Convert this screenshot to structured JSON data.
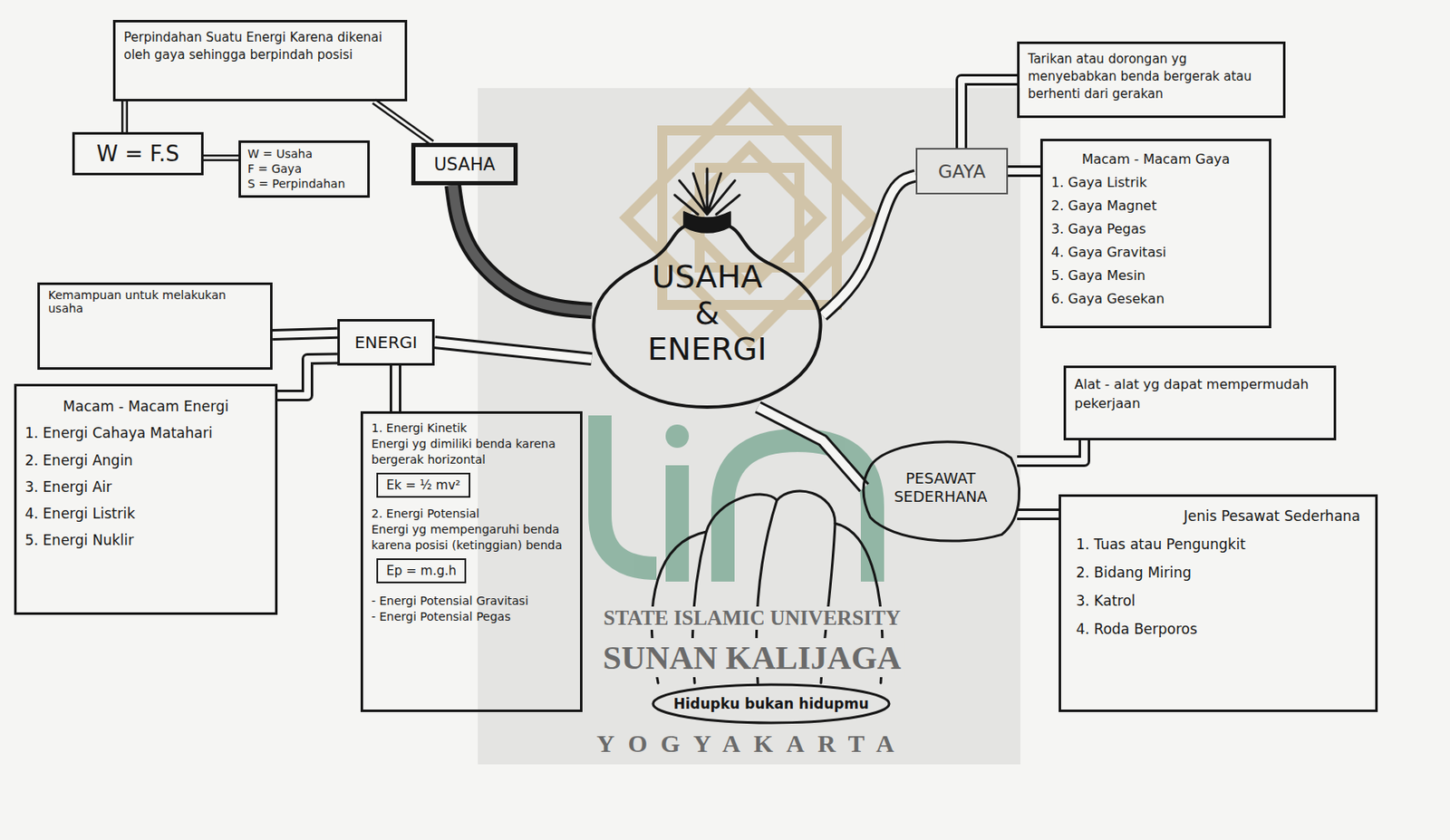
{
  "diagram": {
    "nodes": [
      {
        "text": [
          "Perpindahan Suatu Energi Karena dikenai oleh gaya sehingga berpindah posisi"
        ]
      },
      {
        "text": [
          "W = F.S"
        ]
      },
      {
        "text": [
          "W = Usaha",
          "F = Gaya",
          "S = Perpindahan"
        ]
      },
      {
        "text": [
          "USAHA"
        ]
      },
      {
        "text": [
          "Tarikan atau dorongan yg menyebabkan benda bergerak atau berhenti dari gerakan"
        ]
      },
      {
        "text": [
          "GAYA"
        ]
      },
      {
        "text": [
          "Macam - Macam Gaya",
          "1. Gaya Listrik",
          "2. Gaya Magnet",
          "3. Gaya Pegas",
          "4. Gaya Gravitasi",
          "5. Gaya Mesin",
          "6. Gaya Gesekan"
        ]
      },
      {
        "text": [
          "USAHA & ENERGI"
        ]
      },
      {
        "text": [
          "Kemampuan untuk melakukan usaha"
        ]
      },
      {
        "text": [
          "ENERGI"
        ]
      },
      {
        "text": [
          "Macam - Macam Energi",
          "1. Energi Cahaya Matahari",
          "2. Energi Angin",
          "3. Energi Air",
          "4. Energi Listrik",
          "5. Energi Nuklir"
        ]
      },
      {
        "text": [
          "1. Energi Kinetik",
          "Energi yg dimiliki benda karena bergerak horizontal",
          "2. Energi Potensial",
          "Energi yg mempengaruhi benda karena posisi (ketinggian) benda",
          "- Energi Potensial Gravitasi",
          "- Energi Potensial Pegas"
        ]
      },
      {
        "text": [
          "Ek = ½ mv²"
        ],
        "in": 11
      },
      {
        "text": [
          "Ep = m.g.h"
        ],
        "in": 11
      },
      {
        "text": [
          "PESAWAT SEDERHANA"
        ]
      },
      {
        "text": [
          "Alat - alat yg dapat mempermudah pekerjaan"
        ]
      },
      {
        "text": [
          "Jenis Pesawat Sederhana",
          "1. Tuas atau Pengungkit",
          "2. Bidang Miring",
          "3. Katrol",
          "4. Roda Berporos"
        ]
      },
      {
        "text": [
          "Hidupku bukan hidupmu"
        ]
      }
    ],
    "edges": [
      {
        "from": 0,
        "to": 1,
        "arrow": "none"
      },
      {
        "from": 0,
        "to": 3,
        "arrow": "none"
      },
      {
        "from": 1,
        "to": 2,
        "arrow": "none"
      },
      {
        "from": 3,
        "to": 7,
        "arrow": "none"
      },
      {
        "from": 7,
        "to": 5,
        "arrow": "none"
      },
      {
        "from": 5,
        "to": 4,
        "arrow": "none"
      },
      {
        "from": 5,
        "to": 6,
        "arrow": "none"
      },
      {
        "from": 7,
        "to": 9,
        "arrow": "none"
      },
      {
        "from": 9,
        "to": 8,
        "arrow": "none"
      },
      {
        "from": 9,
        "to": 10,
        "arrow": "none"
      },
      {
        "from": 9,
        "to": 11,
        "arrow": "none"
      },
      {
        "from": 7,
        "to": 14,
        "arrow": "none"
      },
      {
        "from": 14,
        "to": 15,
        "arrow": "none"
      },
      {
        "from": 14,
        "to": 16,
        "arrow": "none"
      }
    ],
    "labels": [
      "STATE ISLAMIC UNIVERSITY",
      "SUNAN KALIJAGA",
      "YOGYAKARTA"
    ]
  }
}
